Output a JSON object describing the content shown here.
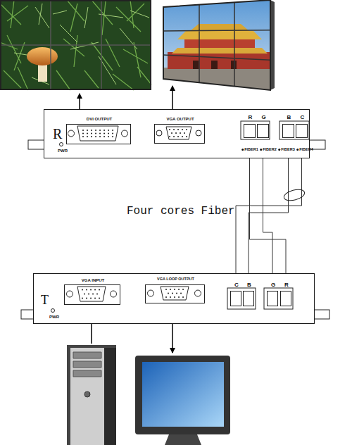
{
  "diagram": {
    "nodes": [
      {
        "text": [
          "R",
          "PWR"
        ]
      },
      {
        "text": [
          "DVI OUTPUT"
        ],
        "in": 0
      },
      {
        "text": [
          "VGA OUTPUT"
        ],
        "in": 0
      },
      {
        "text": [
          "R",
          "FIBER1"
        ],
        "in": 0
      },
      {
        "text": [
          "G",
          "FIBER2"
        ],
        "in": 0
      },
      {
        "text": [
          "B",
          "FIBER3"
        ],
        "in": 0
      },
      {
        "text": [
          "C",
          "FIBER4"
        ],
        "in": 0
      },
      {
        "text": [
          "T",
          "PWR"
        ]
      },
      {
        "text": [
          "VGA INPUT"
        ],
        "in": 7
      },
      {
        "text": [
          "VGA LOOP OUTPUT"
        ],
        "in": 7
      },
      {
        "text": [
          "C"
        ],
        "in": 7
      },
      {
        "text": [
          "B"
        ],
        "in": 7
      },
      {
        "text": [
          "G"
        ],
        "in": 7
      },
      {
        "text": [
          "R"
        ],
        "in": 7
      }
    ],
    "edges": [
      {
        "from": 13,
        "to": 3,
        "arrow": "none"
      },
      {
        "from": 12,
        "to": 4,
        "arrow": "none"
      },
      {
        "from": 11,
        "to": 5,
        "arrow": "none"
      },
      {
        "from": 10,
        "to": 6,
        "arrow": "none"
      }
    ],
    "labels": [
      "Four cores Fiber"
    ]
  }
}
